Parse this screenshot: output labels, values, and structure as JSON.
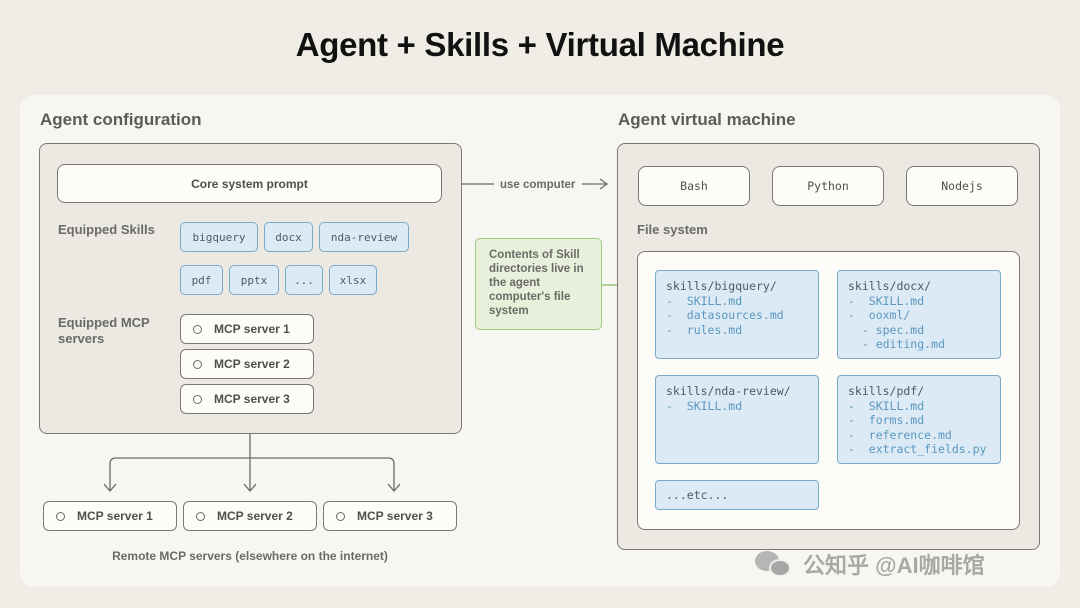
{
  "title": "Agent + Skills + Virtual Machine",
  "agent_configuration": {
    "heading": "Agent configuration",
    "core_prompt": "Core system prompt",
    "skills_label": "Equipped Skills",
    "skills": [
      "bigquery",
      "docx",
      "nda-review",
      "pdf",
      "pptx",
      "...",
      "xlsx"
    ],
    "mcp_label": "Equipped MCP servers",
    "mcp_servers": [
      "MCP server 1",
      "MCP server 2",
      "MCP server 3"
    ]
  },
  "connector": {
    "use_computer": "use computer",
    "note": "Contents of Skill directories live in the agent computer's file system"
  },
  "remote": {
    "servers": [
      "MCP server 1",
      "MCP server 2",
      "MCP server 3"
    ],
    "caption": "Remote MCP servers (elsewhere on the internet)"
  },
  "virtual_machine": {
    "heading": "Agent virtual machine",
    "runtimes": [
      "Bash",
      "Python",
      "Nodejs"
    ],
    "fs_label": "File system",
    "directories": [
      {
        "head": "skills/bigquery/",
        "entries": [
          "-  SKILL.md",
          "-  datasources.md",
          "-  rules.md"
        ]
      },
      {
        "head": "skills/docx/",
        "entries": [
          "-  SKILL.md",
          "-  ooxml/",
          "  - spec.md",
          "  - editing.md"
        ]
      },
      {
        "head": "skills/nda-review/",
        "entries": [
          "-  SKILL.md"
        ]
      },
      {
        "head": "skills/pdf/",
        "entries": [
          "-  SKILL.md",
          "-  forms.md",
          "-  reference.md",
          "-  extract_fields.py"
        ]
      }
    ],
    "etc": "...etc..."
  },
  "watermark": "公知乎 @AI咖啡馆",
  "colors": {
    "background": "#efede6",
    "skill_fill": "#dbeaf5",
    "skill_border": "#7aaac8",
    "note_fill": "#e8f0dc",
    "note_border": "#9cc97a"
  }
}
